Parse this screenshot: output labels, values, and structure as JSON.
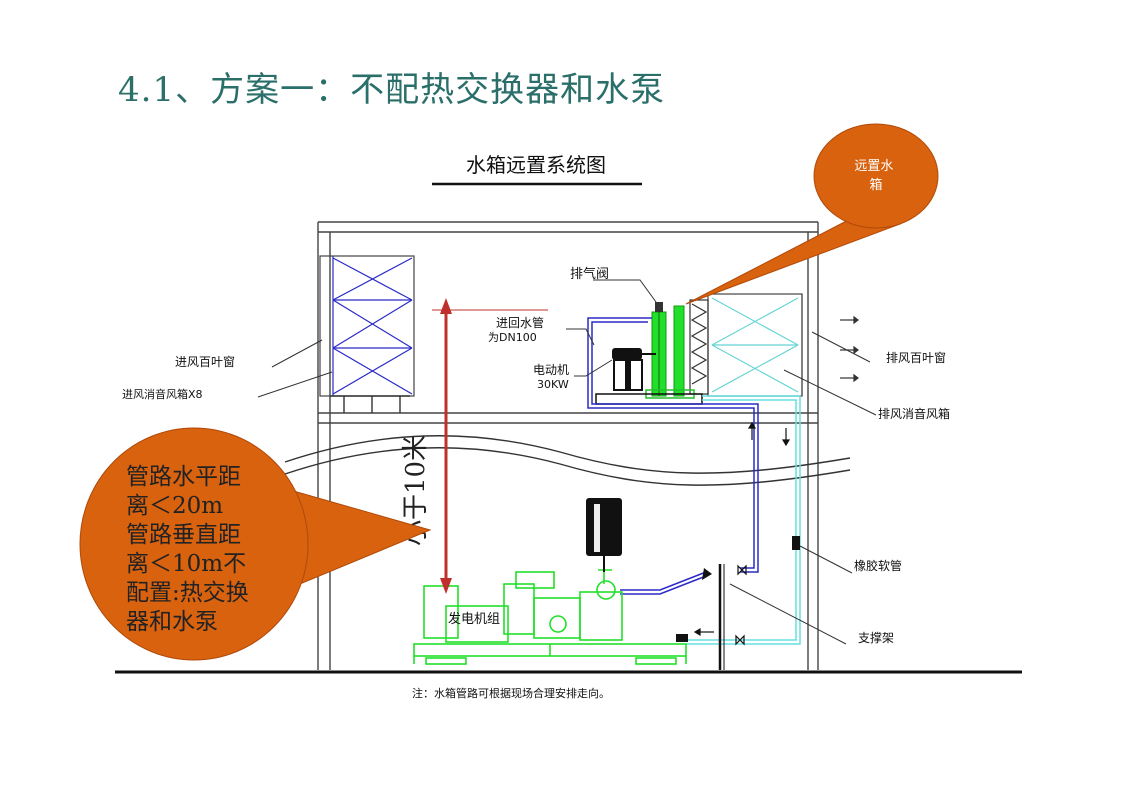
{
  "slide": {
    "title": "4.1、方案一：不配热交换器和水泵"
  },
  "diagram": {
    "heading": "水箱远置系统图",
    "labels": {
      "exhaust_valve": "排气阀",
      "inlet_return_pipe_1": "进回水管",
      "inlet_return_pipe_2": "为DN100",
      "motor_1": "电动机",
      "motor_2": "30KW",
      "intake_louver": "进风百叶窗",
      "intake_silencer": "进风消音风箱X8",
      "exhaust_louver": "排风百叶窗",
      "exhaust_silencer": "排风消音风箱",
      "vertical_distance": "小于10米",
      "genset": "发电机组",
      "rubber_hose": "橡胶软管",
      "support_frame": "支撑架",
      "note": "注：水箱管路可根据现场合理安排走向。"
    }
  },
  "callouts": {
    "remote_tank": "远置水箱",
    "piping_lines": [
      "管路水平距",
      "离＜20m",
      "管路垂直距",
      "离＜10m不",
      "配置:热交换",
      "器和水泵"
    ]
  },
  "colors": {
    "title": "#2b6f6a",
    "callout_fill": "#d9620f",
    "callout_stroke": "#b04a0a",
    "arrow_red": "#c0302b",
    "genset_green": "#22e02a",
    "cyan_pipe": "#66e0e0",
    "blue_pipe": "#2a2ac8",
    "line": "#333333"
  }
}
